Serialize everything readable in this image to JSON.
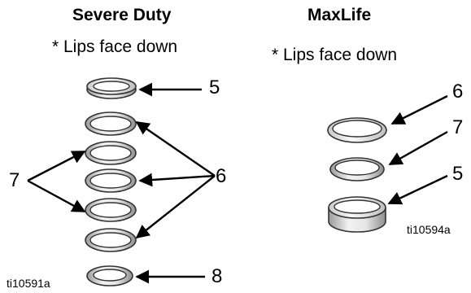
{
  "left_panel": {
    "title": "Severe Duty",
    "note": "* Lips face down",
    "callouts": {
      "top_seal": "5",
      "middle_seals": "6",
      "lower_left": "7",
      "bottom_seal": "8"
    },
    "figure_id": "ti10591a"
  },
  "right_panel": {
    "title": "MaxLife",
    "note": "* Lips face down",
    "callouts": {
      "top": "6",
      "middle": "7",
      "bottom": "5"
    },
    "figure_id": "ti10594a"
  }
}
